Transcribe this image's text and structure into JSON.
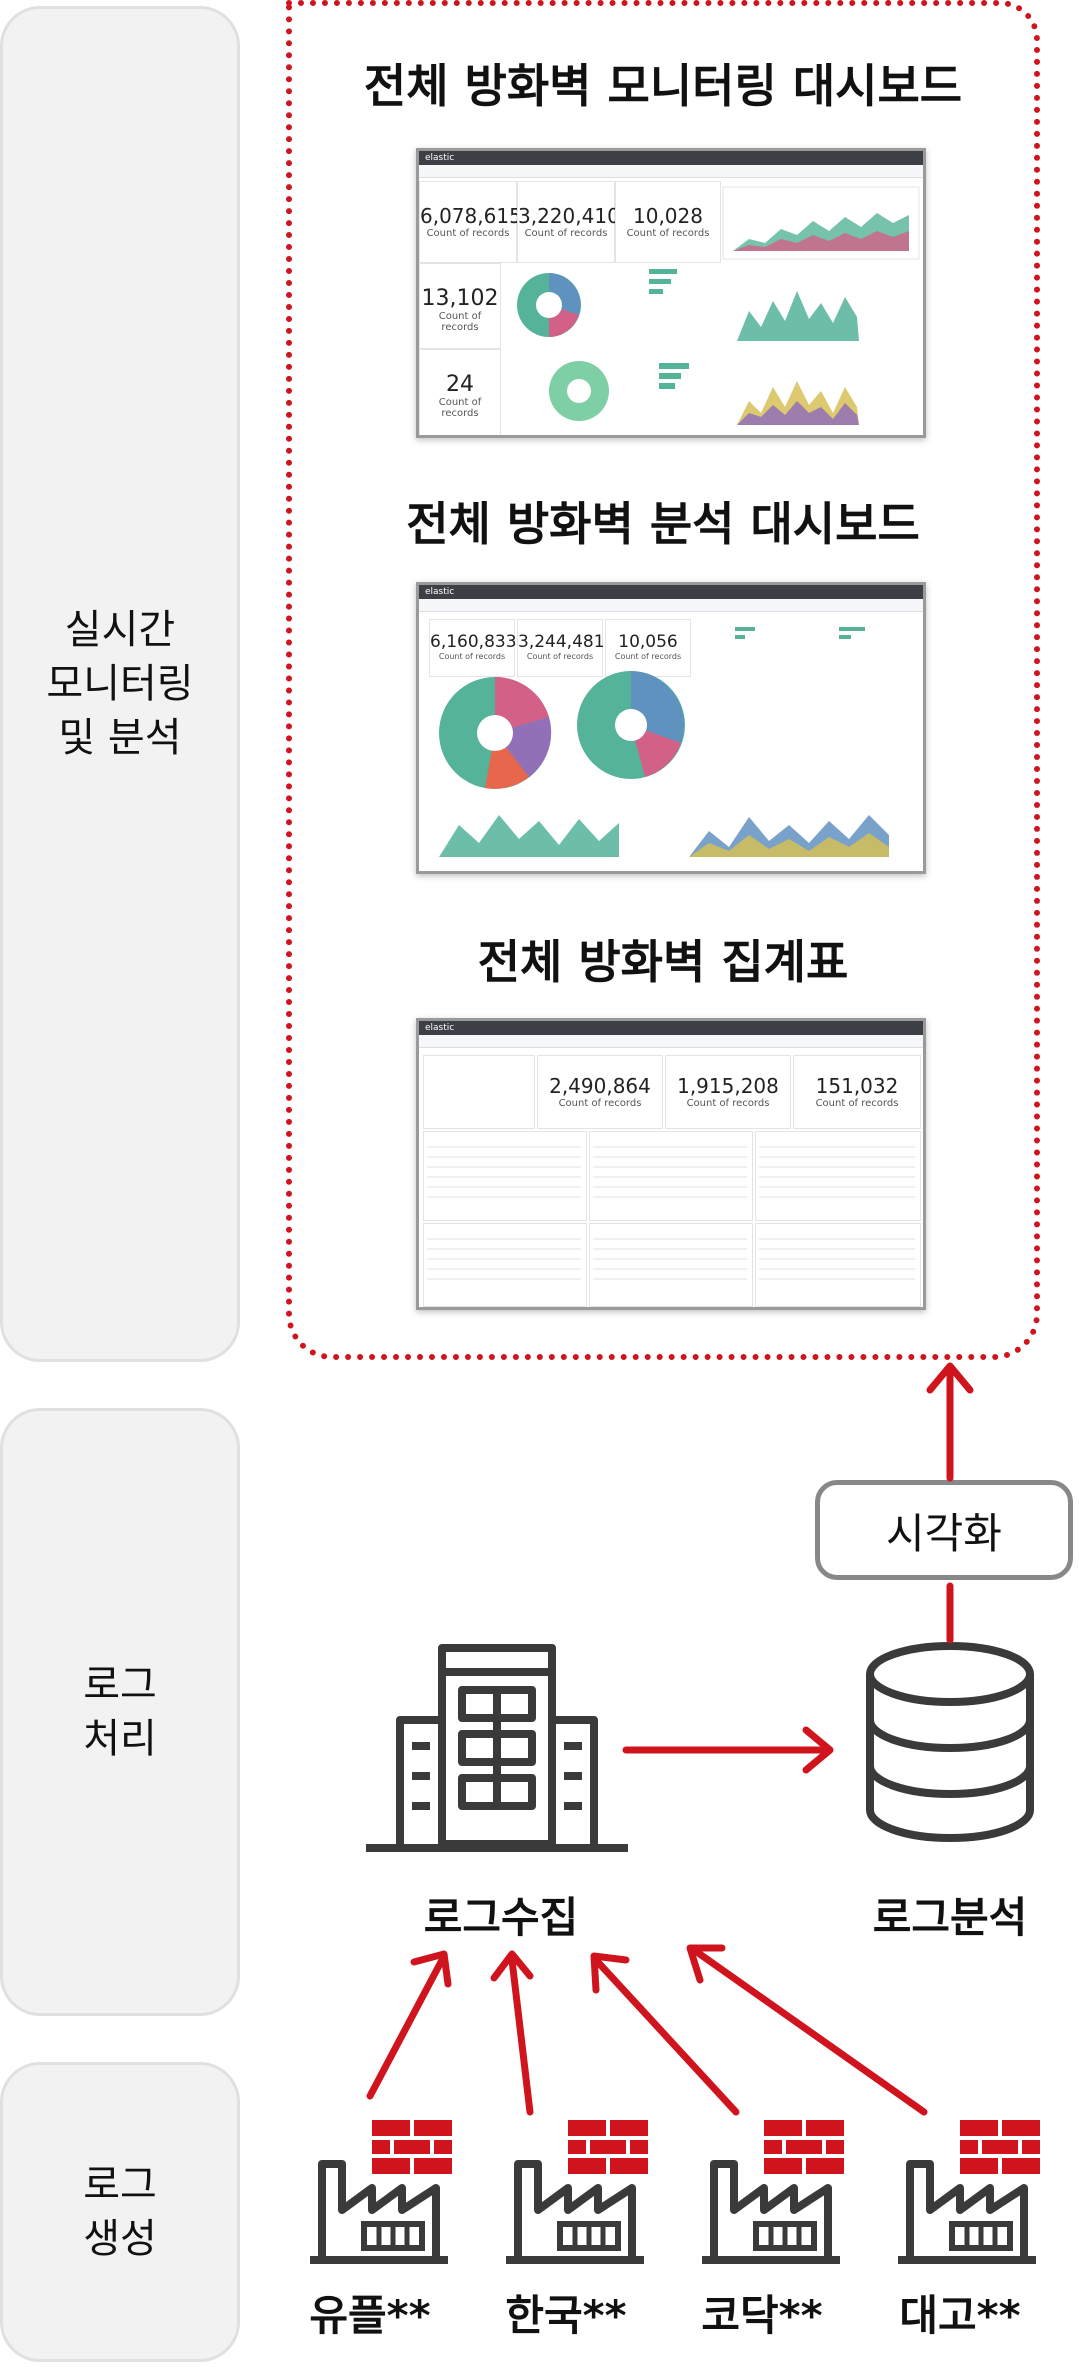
{
  "lanes": [
    {
      "label": "실시간\n모니터링\n및 분석"
    },
    {
      "label": "로그\n처리"
    },
    {
      "label": "로그\n생성"
    }
  ],
  "dashboards": [
    {
      "title": "전체 방화벽 모니터링 대시보드",
      "app": "elastic",
      "metrics": [
        {
          "value": "6,078,615",
          "label": "Count of records"
        },
        {
          "value": "3,220,410",
          "label": "Count of records"
        },
        {
          "value": "10,028",
          "label": "Count of records"
        },
        {
          "value": "13,102",
          "label": "Count of records"
        },
        {
          "value": "24",
          "label": "Count of records"
        }
      ]
    },
    {
      "title": "전체 방화벽 분석 대시보드",
      "app": "elastic",
      "metrics": [
        {
          "value": "6,160,833",
          "label": "Count of records"
        },
        {
          "value": "3,244,481",
          "label": "Count of records"
        },
        {
          "value": "10,056",
          "label": "Count of records"
        }
      ]
    },
    {
      "title": "전체 방화벽 집계표",
      "app": "elastic",
      "metrics": [
        {
          "value": "2,490,864",
          "label": "Count of records"
        },
        {
          "value": "1,915,208",
          "label": "Count of records"
        },
        {
          "value": "151,032",
          "label": "Count of records"
        }
      ]
    }
  ],
  "nodes": {
    "visualize": "시각화",
    "log_collect": "로그수집",
    "log_analyze": "로그분석"
  },
  "sources": [
    "유플**",
    "한국**",
    "코닥**",
    "대고**"
  ],
  "colors": {
    "accent_red": "#d0141e",
    "icon_dark": "#3a3a3a",
    "lane_bg": "#f2f2f2"
  }
}
